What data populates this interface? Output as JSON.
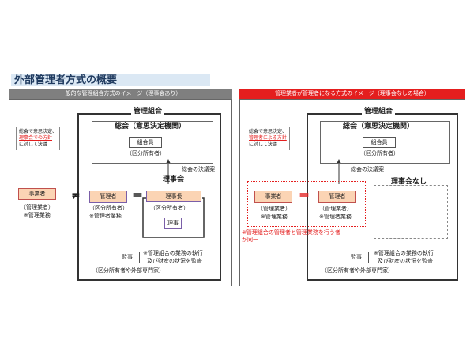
{
  "title": "外部管理者方式の概要",
  "left": {
    "header": "一般的な管理組合方式のイメージ（理事会あり）",
    "org_title": "管理組合",
    "general_meeting": "総会（意思決定機関）",
    "member": "組合員",
    "member_sub": "（区分所有者）",
    "note_line1": "総会で意思決定、",
    "note_line2": "理事会での方針",
    "note_line3": "に対して決議",
    "resolution_label": "総会の決議案",
    "board_title": "理事会",
    "chairman": "理事長",
    "chairman_sub": "（区分所有者）",
    "director": "理事",
    "contractor": "事業者",
    "contractor_sub": "（管理業者）",
    "contractor_duty": "※管理業務",
    "not_equal": "≠",
    "manager": "管理者",
    "manager_sub": "（区分所有者）",
    "manager_duty": "※管理者業務",
    "equal": "＝",
    "auditor": "監事",
    "auditor_note1": "※管理組合の業務の執行",
    "auditor_note2": "及び財産の状況を監査",
    "auditor_sub": "（区分所有者や外部専門家）"
  },
  "right": {
    "header": "管理業者が管理者になる方式のイメージ（理事会なしの場合）",
    "org_title": "管理組合",
    "general_meeting": "総会（意思決定機関）",
    "member": "組合員",
    "member_sub": "（区分所有者）",
    "note_line1": "総会で意思決定、",
    "note_line2": "管理者による方針",
    "note_line3": "に対して決議",
    "resolution_label": "総会の決議案",
    "no_board": "理事会なし",
    "contractor": "事業者",
    "contractor_sub": "（管理業者）",
    "contractor_duty": "※管理業務",
    "equal": "＝",
    "manager": "管理者",
    "manager_sub": "（管理業者）",
    "manager_duty": "※管理者業務",
    "red_note1": "※管理組合の管理者と管理業務を行う者",
    "red_note2": "が同一",
    "auditor": "監事",
    "auditor_note1": "※管理組合の業務の執行",
    "auditor_note2": "及び財産の状況を監査",
    "auditor_sub": "（区分所有者や外部専門家）"
  },
  "colors": {
    "accent_red": "#e41e1e",
    "header_gray": "#7f7f7f",
    "box_orange": "#fbd4b4"
  }
}
